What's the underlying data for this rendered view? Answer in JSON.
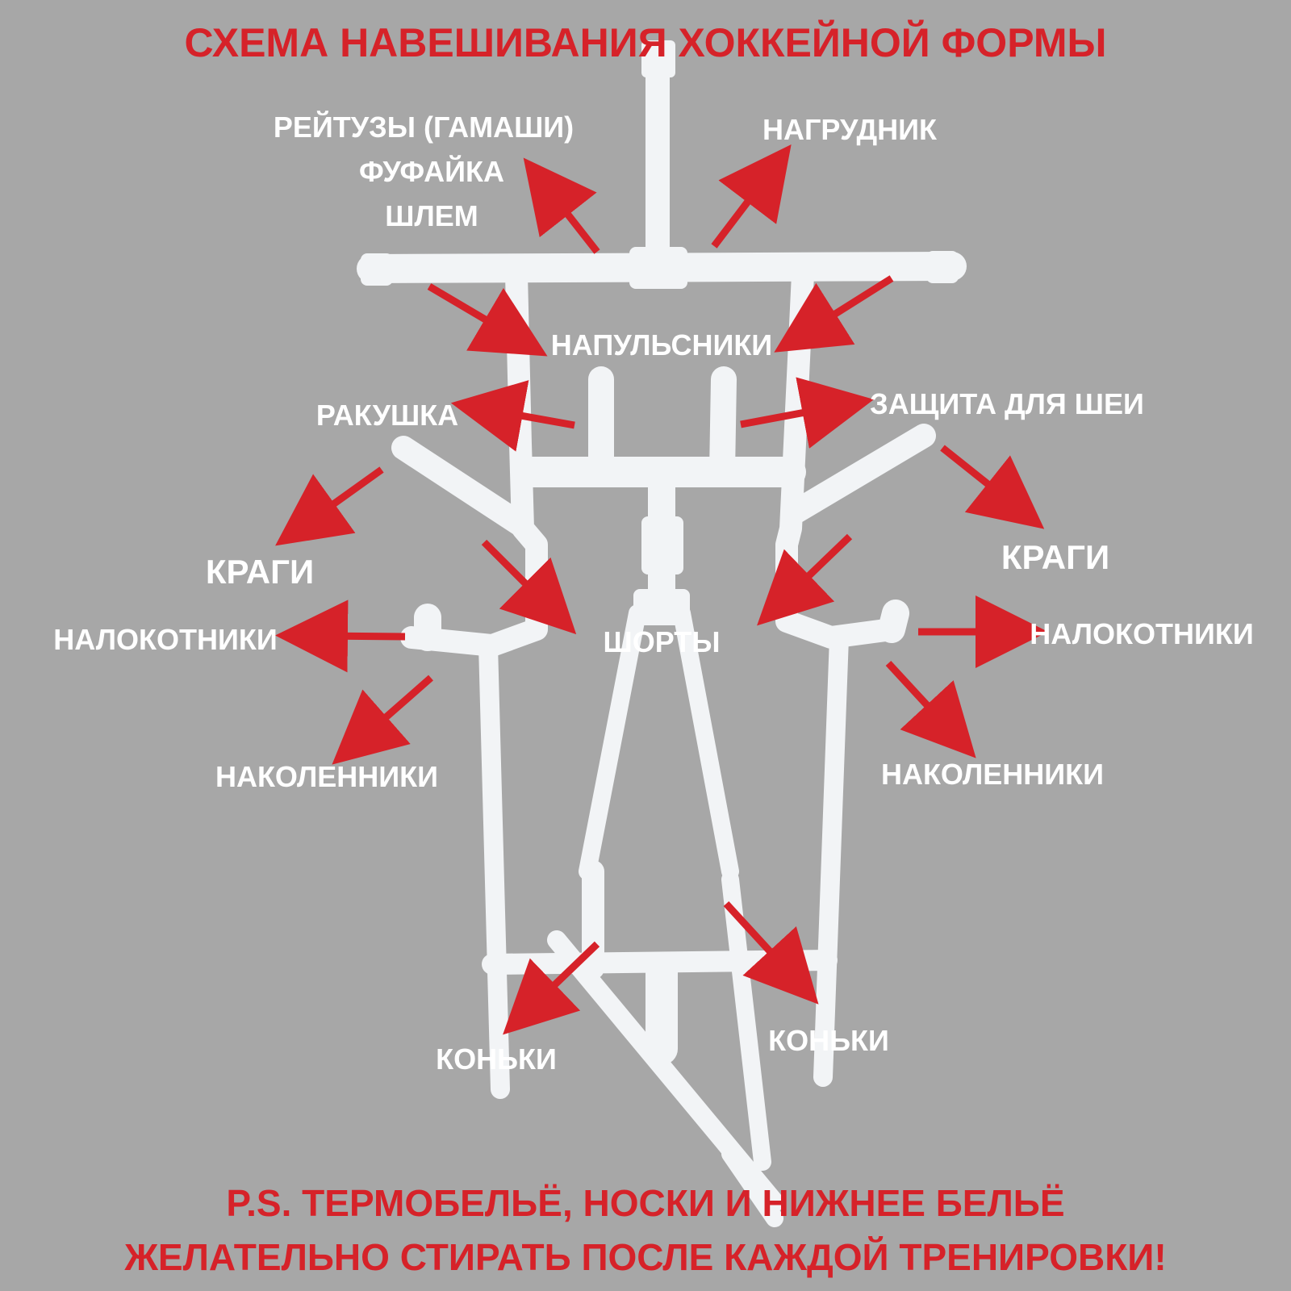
{
  "title": "СХЕМА НАВЕШИВАНИЯ   ХОККЕЙНОЙ ФОРМЫ",
  "labels": {
    "leggings": "РЕЙТУЗЫ (ГАМАШИ)",
    "jersey": "ФУФАЙКА",
    "helmet": "ШЛЕМ",
    "chest": "НАГРУДНИК",
    "wristbands": "НАПУЛЬСНИКИ",
    "jock": "РАКУШКА",
    "neck": "ЗАЩИТА ДЛЯ ШЕИ",
    "gloves_left": "КРАГИ",
    "gloves_right": "КРАГИ",
    "elbows_left": "НАЛОКОТНИКИ",
    "elbows_right": "НАЛОКОТНИКИ",
    "shorts": "ШОРТЫ",
    "knees_left": "НАКОЛЕННИКИ",
    "knees_right": "НАКОЛЕННИКИ",
    "skates_left": "КОНЬКИ",
    "skates_right": "КОНЬКИ"
  },
  "note": {
    "line1": "P.S. ТЕРМОБЕЛЬЁ, НОСКИ И НИЖНЕЕ БЕЛЬЁ",
    "line2": "ЖЕЛАТЕЛЬНО СТИРАТЬ ПОСЛЕ КАЖДОЙ ТРЕНИРОВКИ!"
  },
  "colors": {
    "background": "#a7a7a7",
    "text": "#ffffff",
    "accent": "#d62229",
    "pipe": "#f2f4f6"
  }
}
